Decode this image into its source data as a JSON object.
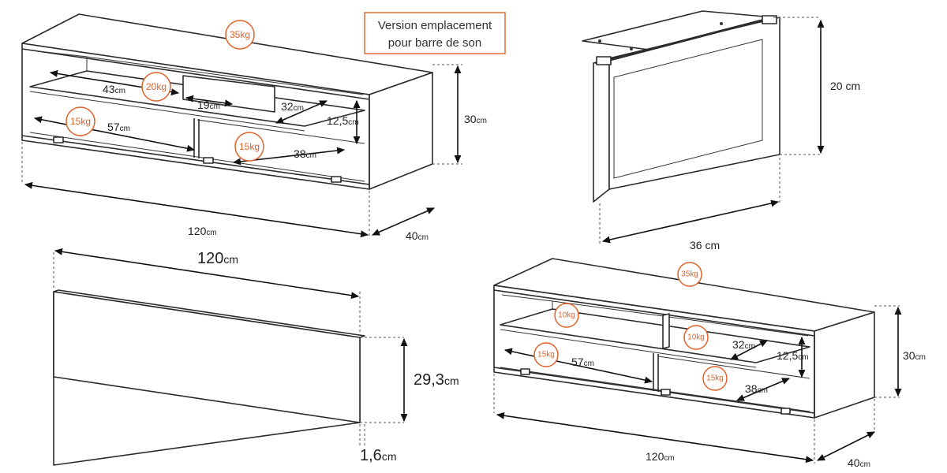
{
  "colors": {
    "accent": "#e0622a",
    "line": "#2b2b2b"
  },
  "note": {
    "line1": "Version emplacement",
    "line2": "pour barre de son"
  },
  "unit_top": {
    "loads": {
      "top": "35kg",
      "shelf": "20kg",
      "left_bottom": "15kg",
      "right_bottom": "15kg"
    },
    "dims": {
      "shelf_width": {
        "num": "43",
        "unit": "cm"
      },
      "gap": {
        "num": "19",
        "unit": "cm"
      },
      "right_depth": {
        "num": "32",
        "unit": "cm"
      },
      "niche_height": {
        "num": "12,5",
        "unit": "cm"
      },
      "left_depth": {
        "num": "57",
        "unit": "cm"
      },
      "bottom_depth": {
        "num": "38",
        "unit": "cm"
      },
      "height": {
        "num": "30",
        "unit": "cm"
      },
      "width": {
        "num": "120",
        "unit": "cm"
      },
      "depth": {
        "num": "40",
        "unit": "cm"
      }
    }
  },
  "bracket": {
    "height": {
      "num": "20",
      "unit": " cm"
    },
    "width": {
      "num": "36",
      "unit": " cm"
    }
  },
  "panel": {
    "width": {
      "num": "120",
      "unit": "cm"
    },
    "height": {
      "num": "29,3",
      "unit": "cm"
    },
    "thickness": {
      "num": "1,6",
      "unit": "cm"
    }
  },
  "unit_bottom": {
    "loads": {
      "top": "35kg",
      "shelf_left": "10kg",
      "shelf_right": "10kg",
      "left_bottom": "15kg",
      "right_bottom": "15kg"
    },
    "dims": {
      "right_depth": {
        "num": "32",
        "unit": "cm"
      },
      "niche_height": {
        "num": "12,5",
        "unit": "cm"
      },
      "left_depth": {
        "num": "57",
        "unit": "cm"
      },
      "bottom_depth": {
        "num": "38",
        "unit": "cm"
      },
      "height": {
        "num": "30",
        "unit": "cm"
      },
      "width": {
        "num": "120",
        "unit": "cm"
      },
      "depth": {
        "num": "40",
        "unit": "cm"
      }
    }
  }
}
